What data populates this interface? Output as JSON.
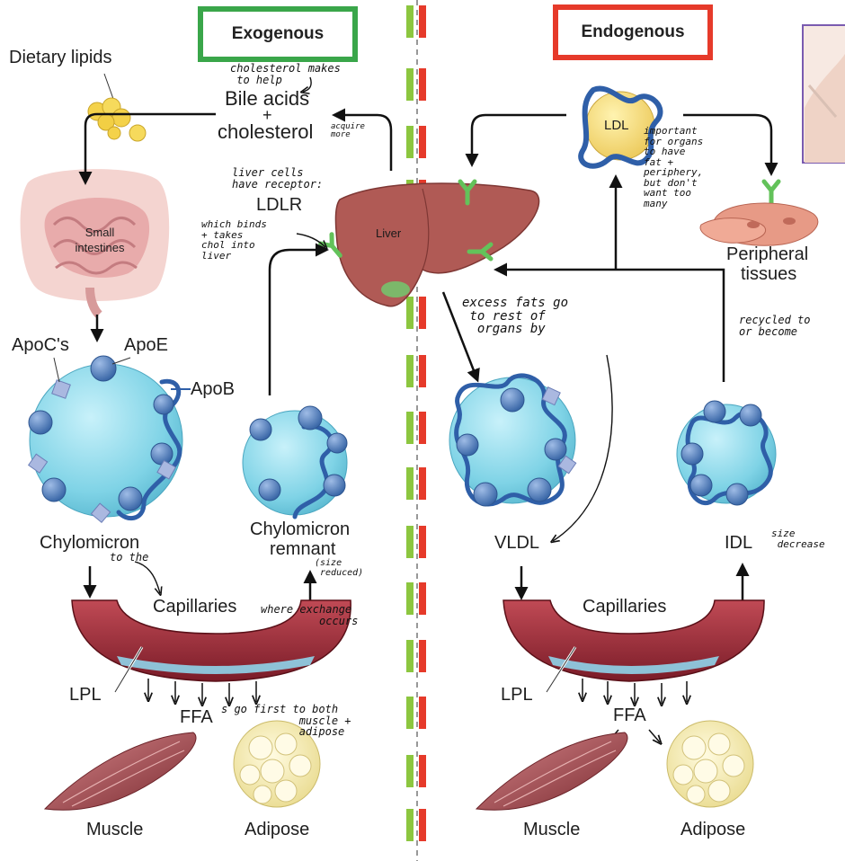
{
  "headers": {
    "exogenous": "Exogenous",
    "endogenous": "Endogenous"
  },
  "colors": {
    "exogenous_box": "#3aa64a",
    "endogenous_box": "#e63a2a",
    "particle": "#7fd3e6",
    "apo_strand": "#2f5fa8",
    "liver": "#b05a55",
    "vessel": "#9a2a34",
    "receptor": "#63c25a"
  },
  "exogenous": {
    "dietary_lipids": "Dietary lipids",
    "bile_acids": "Bile acids",
    "plus": "+",
    "cholesterol": "cholesterol",
    "small_intestines": "Small intestines",
    "apoc": "ApoC's",
    "apoe": "ApoE",
    "apob": "ApoB",
    "ldlr": "LDLR",
    "chylomicron": "Chylomicron",
    "chylomicron_remnant_1": "Chylomicron",
    "chylomicron_remnant_2": "remnant",
    "capillaries": "Capillaries",
    "lpl": "LPL",
    "ffa": "FFA",
    "muscle": "Muscle",
    "adipose": "Adipose"
  },
  "liver": {
    "label": "Liver"
  },
  "endogenous": {
    "ldl": "LDL",
    "peripheral_1": "Peripheral",
    "peripheral_2": "tissues",
    "vldl": "VLDL",
    "idl": "IDL",
    "capillaries": "Capillaries",
    "lpl": "LPL",
    "ffa": "FFA",
    "muscle": "Muscle",
    "adipose": "Adipose"
  },
  "notes": {
    "bile_note": "cholesterol makes\n to help",
    "acquire_note": "acquire\nmore",
    "ldlr_note": "liver cells\nhave receptor:",
    "ldlr_binds": "which binds\n+ takes\nchol into\nliver",
    "to_the": "to the",
    "size_reduced": "(size\n reduced)",
    "where_exchange": "where exchange\n         occurs",
    "ffa_first": "s go first to both\n            muscle +\n            adipose",
    "important": "important\nfor organs\nto have\nfat +\nperiphery,\nbut don't\nwant too\nmany",
    "excess_fats": "excess fats go\n to rest of\n  organs by",
    "recycled": "recycled to\nor become",
    "size_decrease": "size\n decrease"
  }
}
